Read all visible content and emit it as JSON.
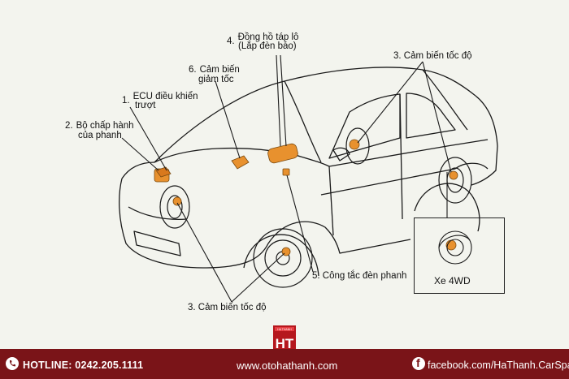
{
  "labels": {
    "l1_num": "1.",
    "l1_line1": "ECU điều khiển",
    "l1_line2": "trượt",
    "l2_num": "2.",
    "l2_line1": "Bộ chấp hành",
    "l2_line2": "của phanh",
    "l3_top": "3. Cảm biến tốc độ",
    "l3_bottom": "3. Cảm biến tốc độ",
    "l4_num": "4.",
    "l4_line1": "Đồng hồ táp lô",
    "l4_line2": "(Lắp đèn báo)",
    "l5": "5. Công tắc đèn phanh",
    "l6_num": "6.",
    "l6_line1": "Cảm biến",
    "l6_line2": "giảm tốc"
  },
  "inset": {
    "label": "Xe 4WD"
  },
  "footer": {
    "hotline": "HOTLINE: 0242.205.1111",
    "website": "www.otohathanh.com",
    "facebook": "facebook.com/HaThanh.CarSpa",
    "logo_text": "HA THANH",
    "logo_letters": "HT"
  },
  "colors": {
    "footer_bg": "#7a1418",
    "component_orange": "#e8912e",
    "line": "#1a1a1a",
    "background": "#f3f4ee"
  }
}
